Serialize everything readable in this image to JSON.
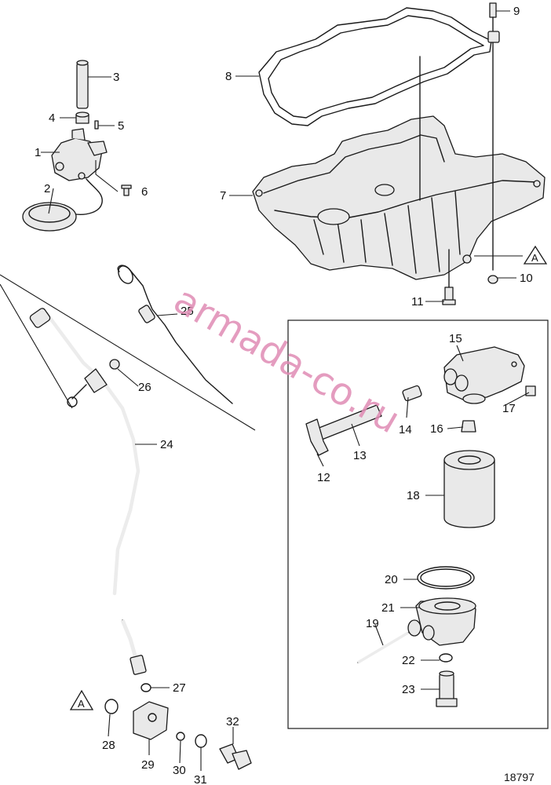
{
  "diagram": {
    "reference_number": "18797",
    "watermark": "armada-co.ru",
    "callouts": [
      {
        "id": "1",
        "label": "1"
      },
      {
        "id": "2",
        "label": "2"
      },
      {
        "id": "3",
        "label": "3"
      },
      {
        "id": "4",
        "label": "4"
      },
      {
        "id": "5",
        "label": "5"
      },
      {
        "id": "6",
        "label": "6"
      },
      {
        "id": "7",
        "label": "7"
      },
      {
        "id": "8",
        "label": "8"
      },
      {
        "id": "9",
        "label": "9"
      },
      {
        "id": "10",
        "label": "10"
      },
      {
        "id": "11",
        "label": "11"
      },
      {
        "id": "12",
        "label": "12"
      },
      {
        "id": "13",
        "label": "13"
      },
      {
        "id": "14",
        "label": "14"
      },
      {
        "id": "15",
        "label": "15"
      },
      {
        "id": "16",
        "label": "16"
      },
      {
        "id": "17",
        "label": "17"
      },
      {
        "id": "18",
        "label": "18"
      },
      {
        "id": "19",
        "label": "19"
      },
      {
        "id": "20",
        "label": "20"
      },
      {
        "id": "21",
        "label": "21"
      },
      {
        "id": "22",
        "label": "22"
      },
      {
        "id": "23",
        "label": "23"
      },
      {
        "id": "24",
        "label": "24"
      },
      {
        "id": "25",
        "label": "25"
      },
      {
        "id": "26",
        "label": "26"
      },
      {
        "id": "27",
        "label": "27"
      },
      {
        "id": "28",
        "label": "28"
      },
      {
        "id": "29",
        "label": "29"
      },
      {
        "id": "30",
        "label": "30"
      },
      {
        "id": "31",
        "label": "31"
      },
      {
        "id": "32",
        "label": "32"
      }
    ],
    "connection_markers": [
      {
        "id": "A-upper",
        "label": "A"
      },
      {
        "id": "A-lower",
        "label": "A"
      }
    ]
  }
}
